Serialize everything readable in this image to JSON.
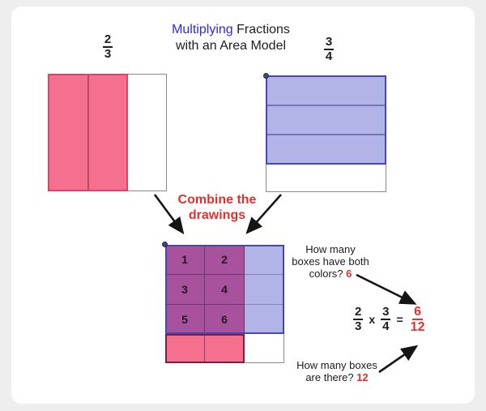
{
  "title": {
    "highlight": "Multiplying",
    "rest": " Fractions",
    "line2": "with an Area Model"
  },
  "left_model": {
    "fraction": {
      "num": "2",
      "den": "3"
    },
    "columns": 3,
    "shaded_columns": 2
  },
  "right_model": {
    "fraction": {
      "num": "3",
      "den": "4"
    },
    "rows": 4,
    "shaded_rows": 3
  },
  "combine": {
    "line1": "Combine the",
    "line2": "drawings"
  },
  "grid": {
    "columns": 3,
    "rows": 4,
    "numbers": [
      "1",
      "2",
      "3",
      "4",
      "5",
      "6"
    ]
  },
  "question_top": {
    "line1": "How many",
    "line2": "boxes have both",
    "line3_prefix": "colors?",
    "answer": "6"
  },
  "equation": {
    "f1": {
      "num": "2",
      "den": "3"
    },
    "op": "x",
    "f2": {
      "num": "3",
      "den": "4"
    },
    "equals": "=",
    "result": {
      "num": "6",
      "den": "12"
    }
  },
  "question_bottom": {
    "line1": "How many boxes",
    "line2_prefix": "are there?",
    "answer": "12"
  },
  "colors": {
    "pink": "#F4708E",
    "pink_border": "#E04168",
    "pink_dark": "#7A1F3D",
    "blue": "#B2B3E6",
    "blue_border": "#4646BC",
    "purple": "#A8519C",
    "red": "#E03030",
    "title_blue": "#2B2BD6",
    "ink": "#1D1D1D"
  }
}
